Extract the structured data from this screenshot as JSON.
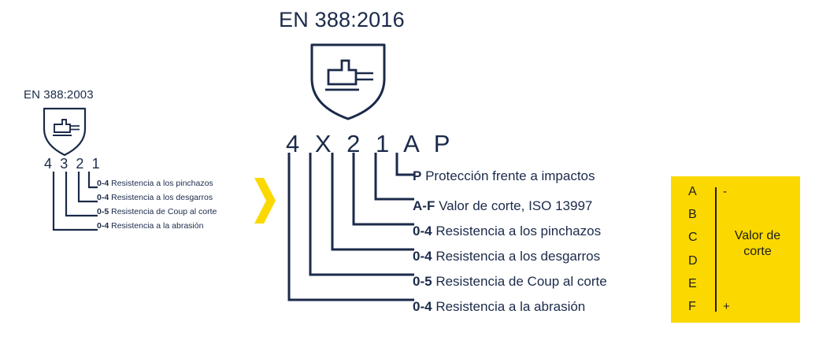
{
  "colors": {
    "navy": "#1b2a4a",
    "yellow": "#FBD900",
    "black": "#1d1d1b",
    "background": "#ffffff"
  },
  "old_standard": {
    "title": "EN 388:2003",
    "shield_icon": "glove-shield-icon",
    "code": "4 3 2 1",
    "code_digits": [
      "4",
      "3",
      "2",
      "1"
    ],
    "rows": [
      {
        "range": "0-4",
        "text": "Resistencia a los pinchazos"
      },
      {
        "range": "0-4",
        "text": "Resistencia a los desgarros"
      },
      {
        "range": "0-5",
        "text": "Resistencia de Coup al corte"
      },
      {
        "range": "0-4",
        "text": "Resistencia a la abrasión"
      }
    ]
  },
  "transition": {
    "icon": "chevron-right-icon"
  },
  "new_standard": {
    "title": "EN 388:2016",
    "shield_icon": "glove-shield-icon",
    "code": "4 X 2 1 A P",
    "code_digits": [
      "4",
      "X",
      "2",
      "1",
      "A",
      "P"
    ],
    "rows": [
      {
        "range": "P",
        "text": "Protección frente a impactos"
      },
      {
        "range": "A-F",
        "text": "Valor de corte, ISO 13997"
      },
      {
        "range": "0-4",
        "text": "Resistencia a los pinchazos"
      },
      {
        "range": "0-4",
        "text": "Resistencia a los desgarros"
      },
      {
        "range": "0-5",
        "text": "Resistencia de Coup al corte"
      },
      {
        "range": "0-4",
        "text": "Resistencia a la abrasión"
      }
    ]
  },
  "legend": {
    "letters": [
      "A",
      "B",
      "C",
      "D",
      "E",
      "F"
    ],
    "minus": "-",
    "plus": "+",
    "caption_line1": "Valor de",
    "caption_line2": "corte"
  }
}
